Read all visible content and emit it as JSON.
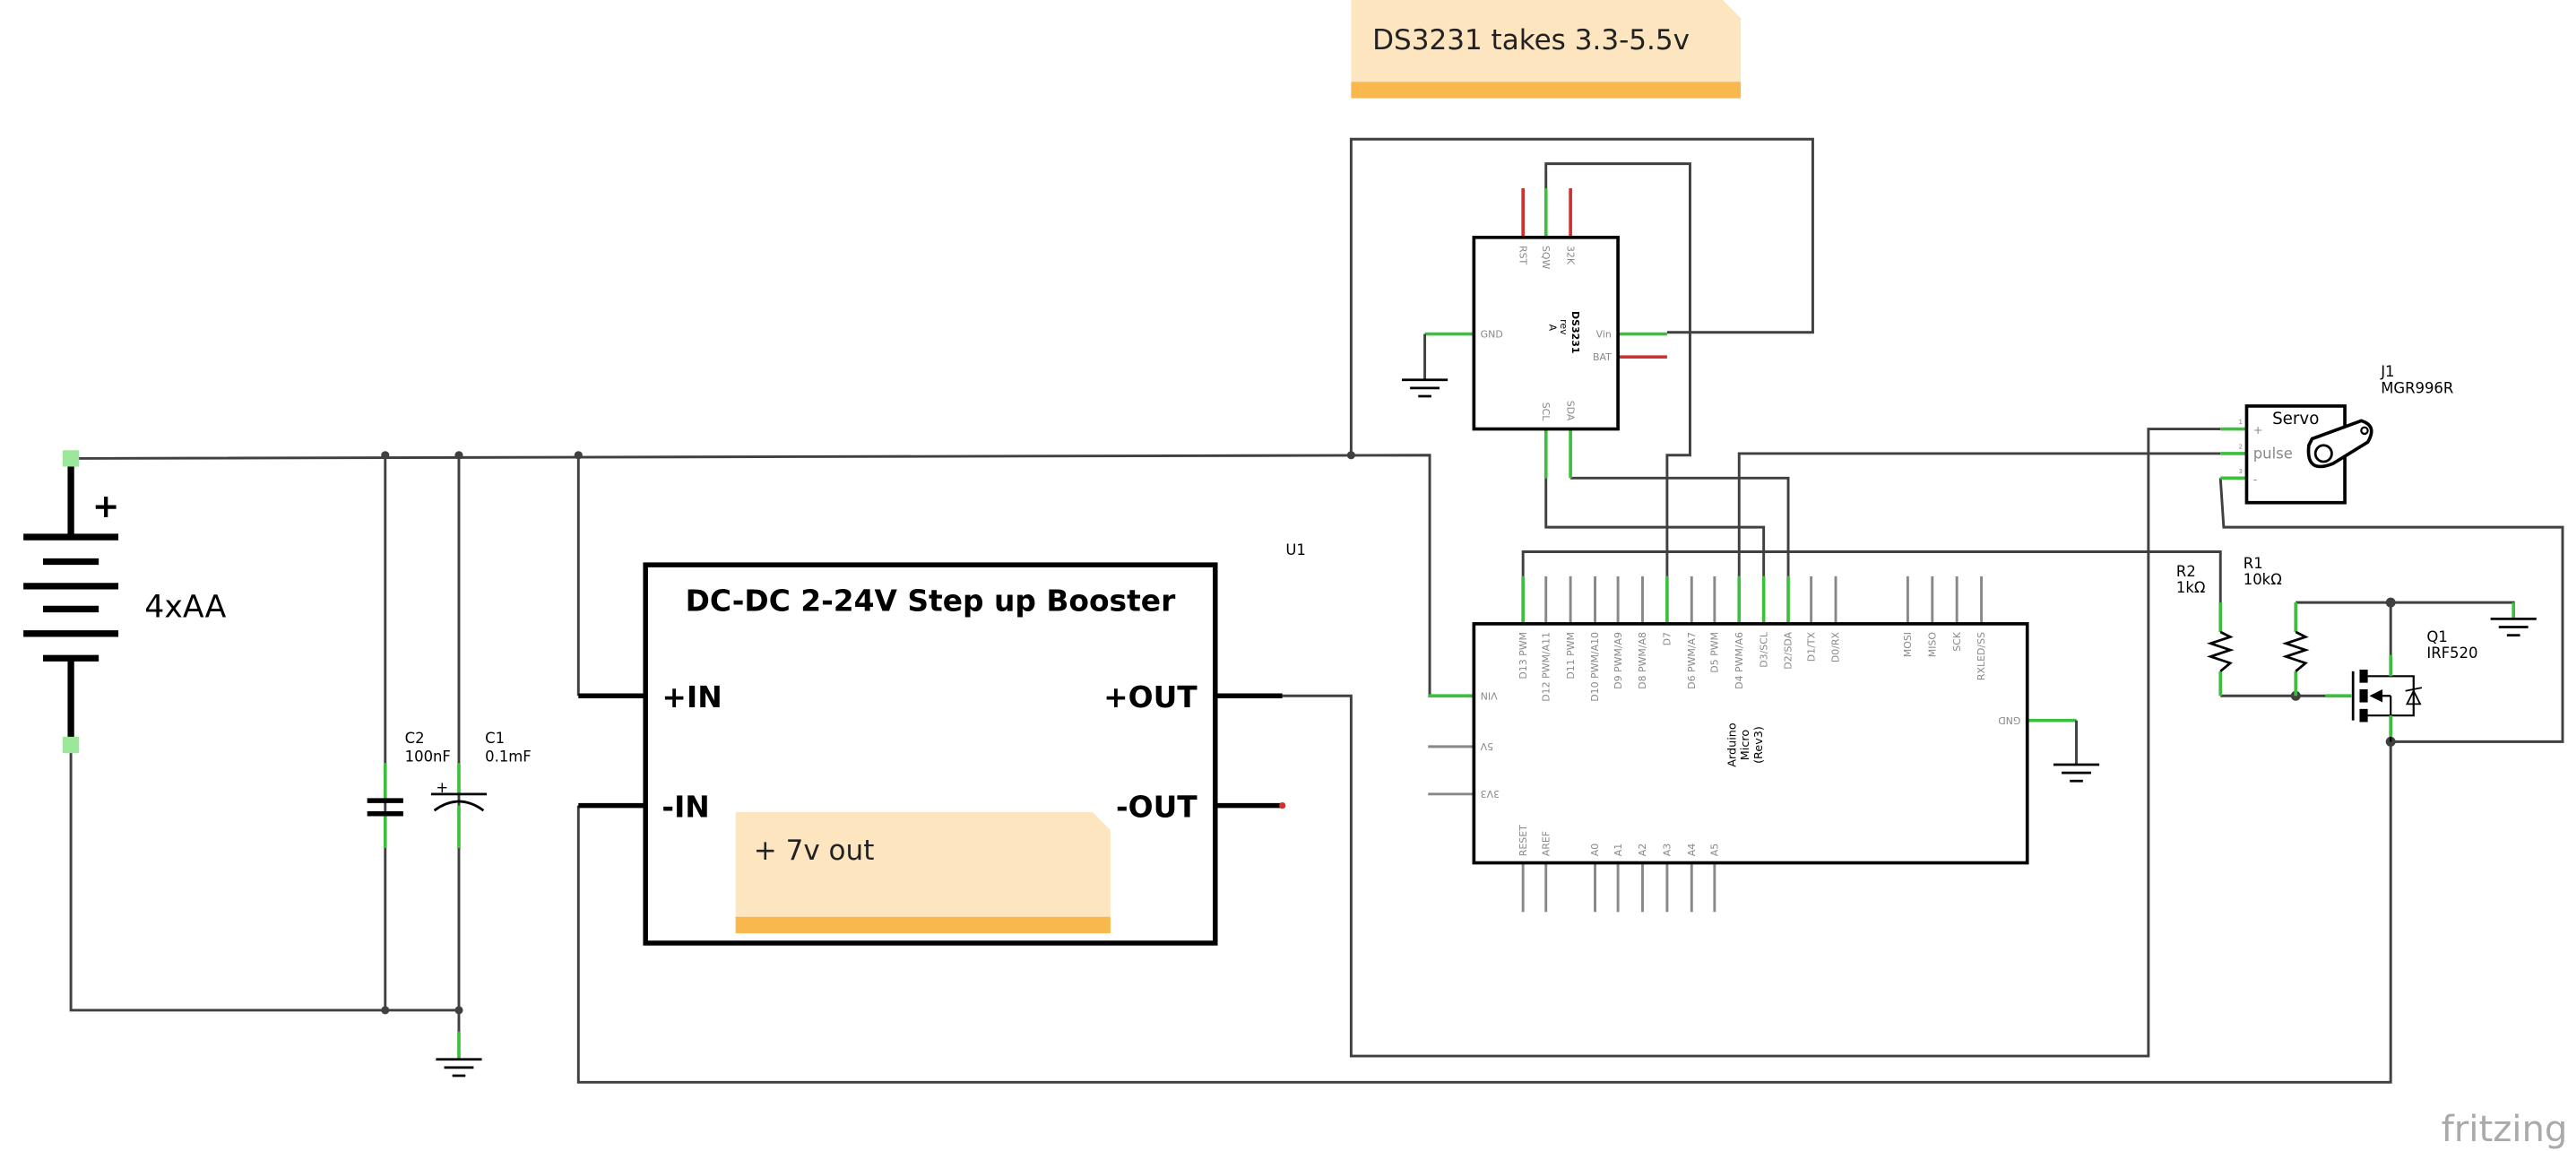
{
  "notes": {
    "ds3231_note": "DS3231 takes 3.3-5.5v",
    "booster_note": "+ 7v out",
    "note_color": "#fde5c0",
    "note_bar_color": "#f8b84e"
  },
  "battery": {
    "label": "4xAA",
    "plus": "+"
  },
  "capacitors": [
    {
      "name": "C2",
      "value": "100nF"
    },
    {
      "name": "C1",
      "value": "0.1mF"
    }
  ],
  "booster": {
    "title": "DC-DC 2-24V Step up Booster",
    "pins": {
      "in_plus": "+IN",
      "in_minus": "-IN",
      "out_plus": "+OUT",
      "out_minus": "-OUT"
    }
  },
  "rtc": {
    "name": "DS3231",
    "rev": "rev",
    "rev_letter": "A",
    "pins": {
      "rst": "RST",
      "sqw": "SQW",
      "k32": "32K",
      "gnd": "GND",
      "vin": "Vin",
      "bat": "BAT",
      "scl": "SCL",
      "sda": "SDA"
    }
  },
  "arduino": {
    "ref": "U1",
    "name_line1": "Arduino",
    "name_line2": "Micro",
    "name_line3": "(Rev3)",
    "top_pins": [
      "D13 PWM",
      "D12 PWM/A11",
      "D11 PWM",
      "D10 PWM/A10",
      "D9 PWM/A9",
      "D8 PWM/A8",
      "D7",
      "D6 PWM/A7",
      "D5 PWM",
      "D4 PWM/A6",
      "D3/SCL",
      "D2/SDA",
      "D1/TX",
      "D0/RX",
      "MOSI",
      "MISO",
      "SCK",
      "RXLED/SS"
    ],
    "bottom_pins": [
      "RESET",
      "AREF",
      "A0",
      "A1",
      "A2",
      "A3",
      "A4",
      "A5"
    ],
    "left_pins": [
      "VIN",
      "5V",
      "3V3"
    ],
    "right_pins": [
      "GND"
    ]
  },
  "servo": {
    "ref": "J1",
    "model": "MGR996R",
    "title": "Servo",
    "pins": [
      "+",
      "pulse",
      "-"
    ],
    "pin_numbers": [
      "1",
      "2",
      "3"
    ]
  },
  "resistors": [
    {
      "name": "R2",
      "value": "1kΩ"
    },
    {
      "name": "R1",
      "value": "10kΩ"
    }
  ],
  "mosfet": {
    "name": "Q1",
    "model": "IRF520"
  },
  "brand": "fritzing",
  "colors": {
    "wire": "#404040",
    "connected_pin": "#3cbf3c",
    "unconnected_pin": "#d03030"
  }
}
